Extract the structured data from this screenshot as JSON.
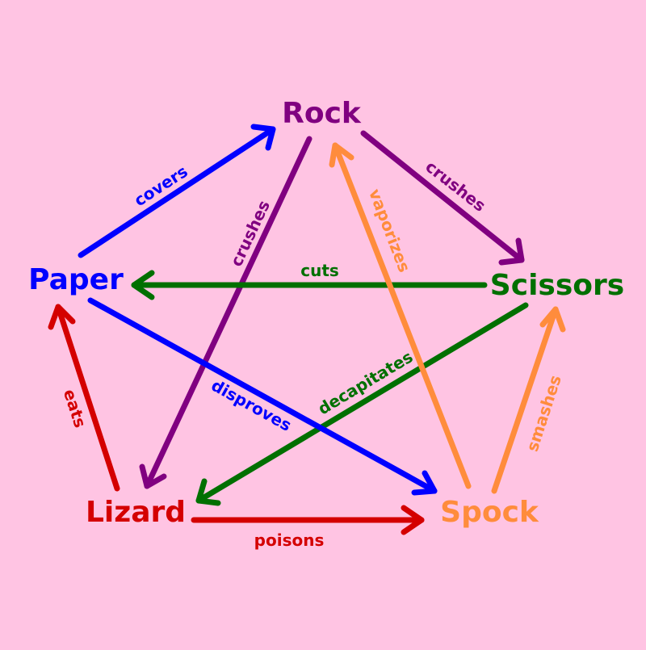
{
  "background_color": "#ffc4e3",
  "nodes": {
    "rock": {
      "label": "Rock",
      "color": "#800080"
    },
    "paper": {
      "label": "Paper",
      "color": "#0000ff"
    },
    "scissors": {
      "label": "Scissors",
      "color": "#007000"
    },
    "lizard": {
      "label": "Lizard",
      "color": "#d40000"
    },
    "spock": {
      "label": "Spock",
      "color": "#ff8c3c"
    }
  },
  "edges": {
    "paper_covers_rock": {
      "from": "Paper",
      "to": "Rock",
      "label": "covers",
      "color": "#0000ff"
    },
    "rock_crushes_scissors": {
      "from": "Rock",
      "to": "Scissors",
      "label": "crushes",
      "color": "#800080"
    },
    "rock_crushes_lizard": {
      "from": "Rock",
      "to": "Lizard",
      "label": "crushes",
      "color": "#800080"
    },
    "scissors_cuts_paper": {
      "from": "Scissors",
      "to": "Paper",
      "label": "cuts",
      "color": "#007000"
    },
    "scissors_decapitates_lizard": {
      "from": "Scissors",
      "to": "Lizard",
      "label": "decapitates",
      "color": "#007000"
    },
    "spock_vaporizes_rock": {
      "from": "Spock",
      "to": "Rock",
      "label": "vaporizes",
      "color": "#ff8c3c"
    },
    "spock_smashes_scissors": {
      "from": "Spock",
      "to": "Scissors",
      "label": "smashes",
      "color": "#ff8c3c"
    },
    "paper_disproves_spock": {
      "from": "Paper",
      "to": "Spock",
      "label": "disproves",
      "color": "#0000ff"
    },
    "lizard_eats_paper": {
      "from": "Lizard",
      "to": "Paper",
      "label": "eats",
      "color": "#d40000"
    },
    "lizard_poisons_spock": {
      "from": "Lizard",
      "to": "Spock",
      "label": "poisons",
      "color": "#d40000"
    }
  }
}
